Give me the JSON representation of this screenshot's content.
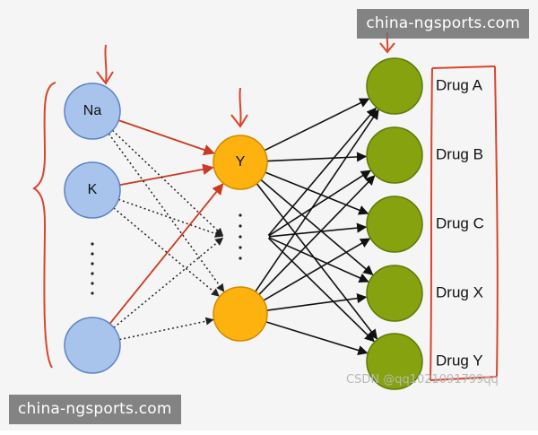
{
  "diagram": {
    "input_labels": [
      "Na",
      "K",
      "",
      ""
    ],
    "hidden_labels": [
      "Y",
      ""
    ],
    "outputs": [
      "Drug A",
      "Drug B",
      "Drug C",
      "Drug X",
      "Drug Y"
    ],
    "colors": {
      "input_fill": "#a9c4ec",
      "input_stroke": "#5b84c4",
      "hidden_fill": "#fdb20f",
      "hidden_stroke": "#d18a00",
      "output_fill": "#86a20f",
      "output_stroke": "#5f7a08",
      "red_line": "#cc3a22",
      "black_line": "#111111",
      "dotted_line": "#222222",
      "annotation": "#d8462c"
    },
    "icons": [
      "down-arrow-icon",
      "left-brace-icon",
      "vertical-ellipsis-icon",
      "output-bracket-icon"
    ]
  },
  "watermarks": {
    "top": "china-ngsports.com",
    "bottom": "china-ngsports.com"
  },
  "credit": "CSDN @qq1021091799qq"
}
